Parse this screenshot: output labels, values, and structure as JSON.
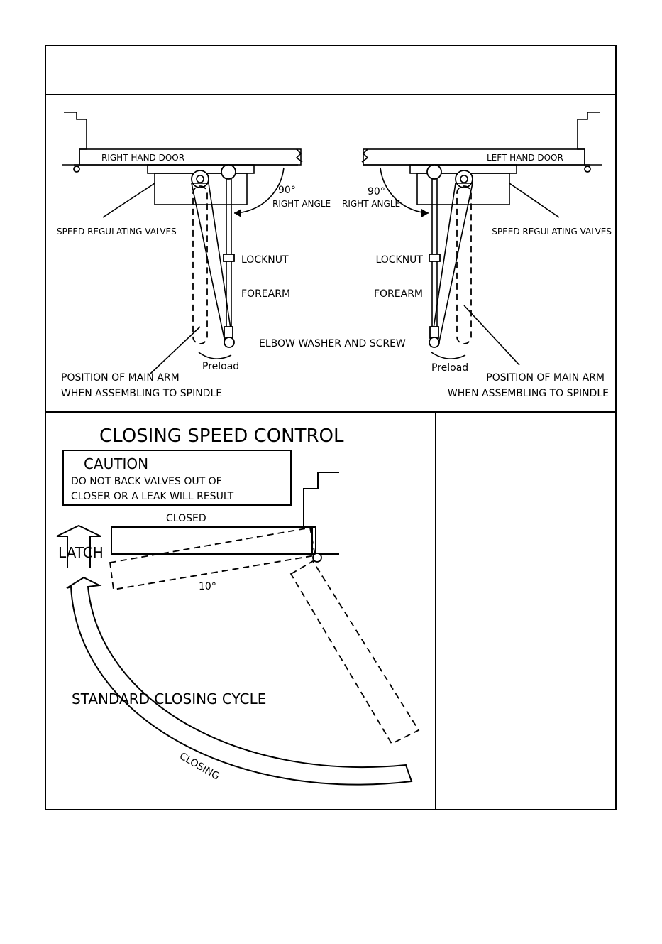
{
  "header": {
    "title": ""
  },
  "installation": {
    "right_door_label": "RIGHT HAND DOOR",
    "left_door_label": "LEFT HAND DOOR",
    "angle_value": "90°",
    "right_angle_label": "RIGHT ANGLE",
    "speed_valves_label": "SPEED REGULATING VALVES",
    "locknut_label": "LOCKNUT",
    "forearm_label": "FOREARM",
    "elbow_label": "ELBOW  WASHER  AND  SCREW",
    "preload_label": "Preload",
    "main_arm_line1": "POSITION  OF  MAIN  ARM",
    "main_arm_line2": "WHEN  ASSEMBLING  TO  SPINDLE"
  },
  "speed_control": {
    "title": "CLOSING  SPEED  CONTROL",
    "caution_heading": "CAUTION",
    "caution_line1": "DO  NOT  BACK  VALVES  OUT  OF",
    "caution_line2": "CLOSER  OR  A  LEAK  WILL  RESULT",
    "closed_label": "CLOSED",
    "latch_label": "LATCH",
    "angle_label": "10°",
    "cycle_label": "STANDARD  CLOSING  CYCLE",
    "closing_label": "CLOSING"
  },
  "side_panel": {
    "text": ""
  }
}
